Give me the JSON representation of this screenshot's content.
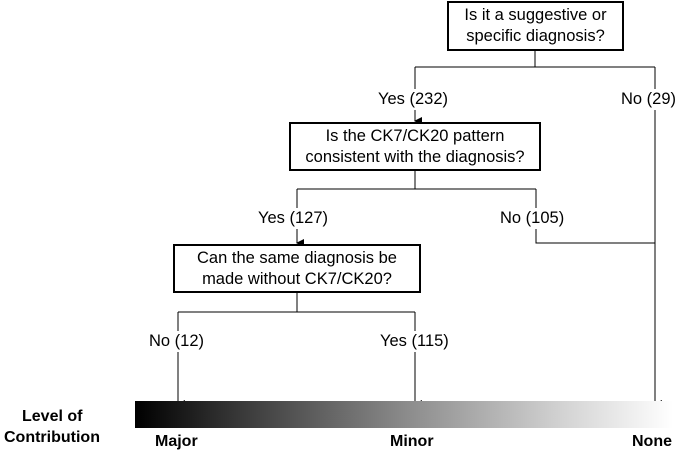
{
  "flowchart": {
    "q1": {
      "line1": "Is it a suggestive or",
      "line2": "specific diagnosis?"
    },
    "q1_yes": "Yes (232)",
    "q1_no": "No (29)",
    "q2": {
      "line1": "Is the CK7/CK20 pattern",
      "line2": "consistent with the diagnosis?"
    },
    "q2_yes": "Yes (127)",
    "q2_no": "No (105)",
    "q3": {
      "line1": "Can the same diagnosis be",
      "line2": "made without CK7/CK20?"
    },
    "q3_no": "No (12)",
    "q3_yes": "Yes (115)"
  },
  "scale": {
    "title_line1": "Level of",
    "title_line2": "Contribution",
    "major": "Major",
    "minor": "Minor",
    "none": "None",
    "gradient_from": "#000000",
    "gradient_to": "#ffffff"
  }
}
